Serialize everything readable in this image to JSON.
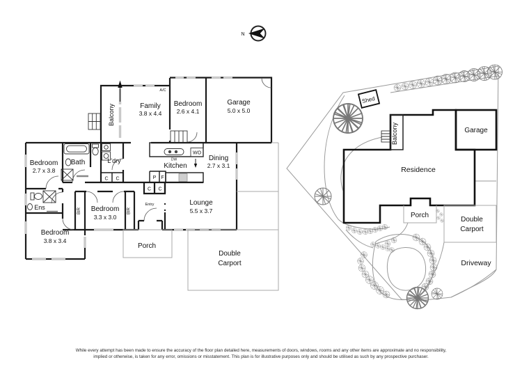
{
  "north_indicator": {
    "label": "N"
  },
  "floor_plan": {
    "balcony": "Balcony",
    "family": {
      "name": "Family",
      "dims": "3.8 x 4.4"
    },
    "ac": "A/C",
    "bedroom1": {
      "name": "Bedroom",
      "dims": "2.6 x 4.1"
    },
    "garage": {
      "name": "Garage",
      "dims": "5.0 x 5.0"
    },
    "bedroom2": {
      "name": "Bedroom",
      "dims": "2.7 x 3.8"
    },
    "bath": "Bath",
    "laundry": "L'dry",
    "wall_oven": "WO",
    "dishwasher": "DW",
    "kitchen": "Kitchen",
    "dining": {
      "name": "Dining",
      "dims": "2.7 x 3.1"
    },
    "pantry": "P",
    "fridge": "F",
    "cupboard": "C",
    "ensuite": "Ens",
    "built_in_robe": "BIR",
    "bedroom3": {
      "name": "Bedroom",
      "dims": "3.3 x 3.0"
    },
    "bedroom4": {
      "name": "Bedroom",
      "dims": "3.8 x 3.4"
    },
    "entry": "Entry",
    "porch": "Porch",
    "lounge": {
      "name": "Lounge",
      "dims": "5.5 x 3.7"
    },
    "carport_line1": "Double",
    "carport_line2": "Carport"
  },
  "site_plan": {
    "shed": "Shed",
    "balcony": "Balcony",
    "garage": "Garage",
    "residence": "Residence",
    "porch": "Porch",
    "carport_line1": "Double",
    "carport_line2": "Carport",
    "driveway": "Driveway"
  },
  "disclaimer": {
    "line1": "While every attempt has been made to ensure the accuracy of the floor plan detailed here, measurements of doors, windows, rooms and any other items are approximate and no responsibility,",
    "line2": "implied or otherwise, is taken for any error, omissions or misstatement. This plan is for illustrative purposes only and should be utilised as such by any prospective purchaser."
  },
  "colors": {
    "wall": "#1a1a1a",
    "window": "#c9c9c9",
    "outline_gray": "#a8a8a8",
    "paper": "#ffffff"
  }
}
